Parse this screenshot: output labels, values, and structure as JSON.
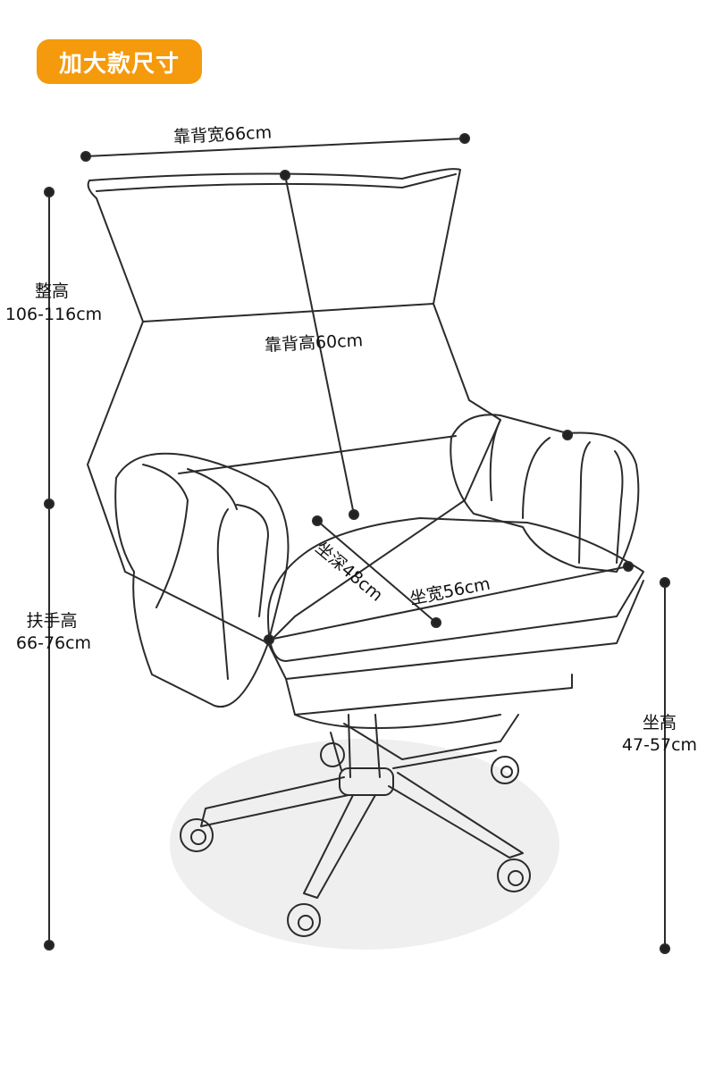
{
  "title": "加大款尺寸",
  "colors": {
    "accent": "#f59a0c",
    "line": "#2b2b2b",
    "shadow": "#efefef"
  },
  "dimensions": {
    "backrest_width": "靠背宽66cm",
    "backrest_height": "靠背高60cm",
    "overall_height_label": "整高",
    "overall_height_value": "106-116cm",
    "armrest_height_label": "扶手高",
    "armrest_height_value": "66-76cm",
    "seat_depth": "坐深48cm",
    "seat_width": "坐宽56cm",
    "seat_height_label": "坐高",
    "seat_height_value": "47-57cm"
  }
}
